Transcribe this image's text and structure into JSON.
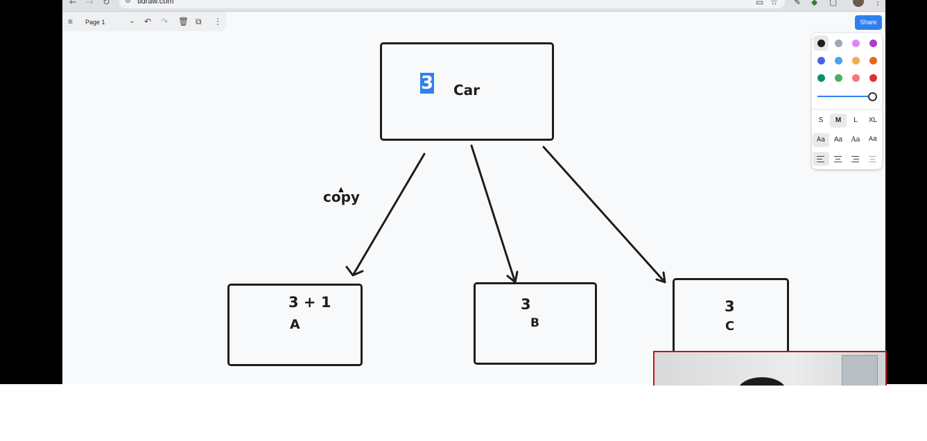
{
  "browser": {
    "url": "tldraw.com",
    "nav_icons": [
      "back-icon",
      "forward-icon",
      "reload-icon"
    ],
    "right_icons": [
      "cast-icon",
      "star-icon",
      "pen-extension-icon",
      "extension-icon",
      "puzzle-icon",
      "menu-dots-icon"
    ]
  },
  "toolbar": {
    "page_name": "Page 1",
    "icons": [
      "menu-icon",
      "chevron-down-icon",
      "undo-icon",
      "redo-icon",
      "trash-icon",
      "duplicate-icon",
      "more-icon"
    ]
  },
  "share": {
    "label": "Share",
    "color": "#2f80ed"
  },
  "style_panel": {
    "colors": [
      "#1d1d1d",
      "#9fa8b2",
      "#e085f4",
      "#ae3ec9",
      "#4465e9",
      "#4ba1f1",
      "#f1ac4b",
      "#e16919",
      "#099268",
      "#4cb05e",
      "#f87777",
      "#e03131"
    ],
    "selected_color": "#1d1d1d",
    "sizes": [
      "S",
      "M",
      "L",
      "XL"
    ],
    "selected_size": "M",
    "fonts": [
      "Aa",
      "Aa",
      "Aa",
      "Aa"
    ],
    "selected_font_index": 0,
    "aligns": [
      "align-left",
      "align-center",
      "align-right",
      "align-justify"
    ],
    "selected_align_index": 0
  },
  "canvas": {
    "top_box": {
      "selected_text": "3",
      "label": "Car"
    },
    "annotation": "copy",
    "box_a": {
      "line1": "3 + 1",
      "line2": "A"
    },
    "box_b": {
      "line1": "3",
      "line2": "B"
    },
    "box_c": {
      "line1": "3",
      "line2": "C"
    }
  }
}
